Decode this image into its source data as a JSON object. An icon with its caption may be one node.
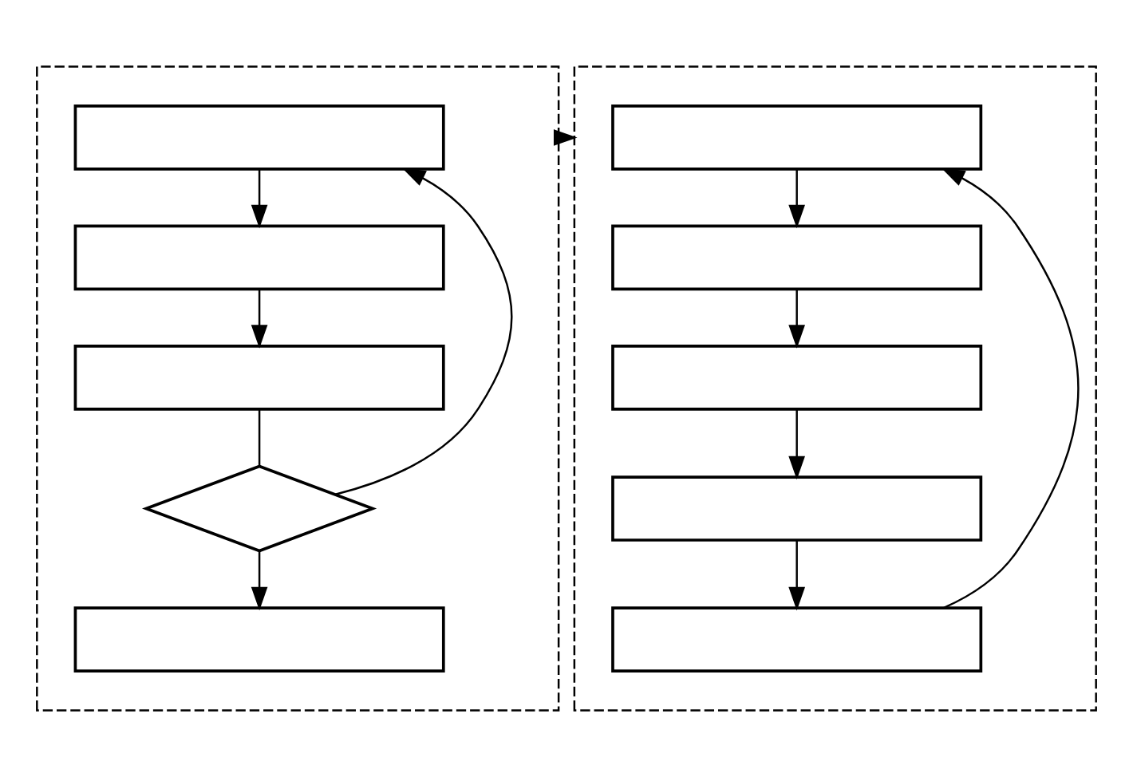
{
  "diagram": {
    "nodes": [
      {
        "text": [],
        "shape": "box"
      },
      {
        "text": [],
        "shape": "box",
        "in": 0
      },
      {
        "text": [],
        "shape": "box",
        "in": 0
      },
      {
        "text": [],
        "shape": "box",
        "in": 0
      },
      {
        "text": [],
        "shape": "diamond",
        "in": 0
      },
      {
        "text": [],
        "shape": "box",
        "in": 0
      },
      {
        "text": [],
        "shape": "box"
      },
      {
        "text": [],
        "shape": "box",
        "in": 6
      },
      {
        "text": [],
        "shape": "box",
        "in": 6
      },
      {
        "text": [],
        "shape": "box",
        "in": 6
      },
      {
        "text": [],
        "shape": "box",
        "in": 6
      },
      {
        "text": [],
        "shape": "box",
        "in": 6
      }
    ],
    "edges": [
      {
        "from": 1,
        "to": 2,
        "arrow": "to"
      },
      {
        "from": 2,
        "to": 3,
        "arrow": "to"
      },
      {
        "from": 3,
        "to": 4,
        "arrow": "none"
      },
      {
        "from": 4,
        "to": 1,
        "arrow": "to"
      },
      {
        "from": 4,
        "to": 5,
        "arrow": "to"
      },
      {
        "from": 0,
        "to": 6,
        "arrow": "to"
      },
      {
        "from": 7,
        "to": 8,
        "arrow": "to"
      },
      {
        "from": 8,
        "to": 9,
        "arrow": "to"
      },
      {
        "from": 9,
        "to": 10,
        "arrow": "to"
      },
      {
        "from": 10,
        "to": 11,
        "arrow": "to"
      },
      {
        "from": 11,
        "to": 7,
        "arrow": "to"
      }
    ]
  }
}
